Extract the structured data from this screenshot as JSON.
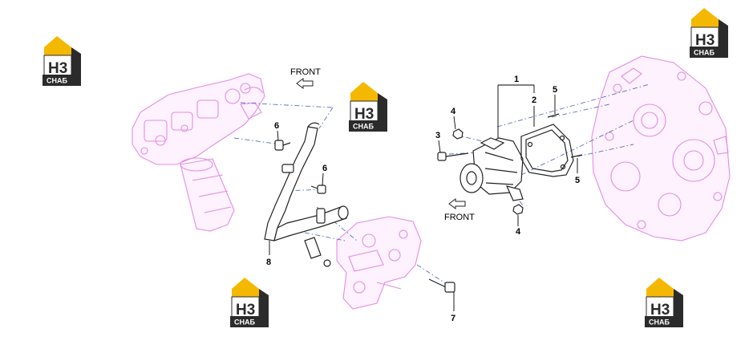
{
  "watermark": {
    "logo_letters": "H3",
    "logo_caption": "СНАБ",
    "color_gold": "#f5b800",
    "color_dark": "#2b2b2b"
  },
  "orientation": {
    "front_left": "FRONT",
    "front_right": "FRONT"
  },
  "callouts": {
    "c1": "1",
    "c2": "2",
    "c3": "3",
    "c4a": "4",
    "c4b": "4",
    "c5a": "5",
    "c5b": "5",
    "c6a": "6",
    "c6b": "6",
    "c7": "7",
    "c8": "8"
  },
  "colors": {
    "background_parts": "#e58ce5",
    "parts": "#222222",
    "centerline": "#5b6fb8"
  }
}
